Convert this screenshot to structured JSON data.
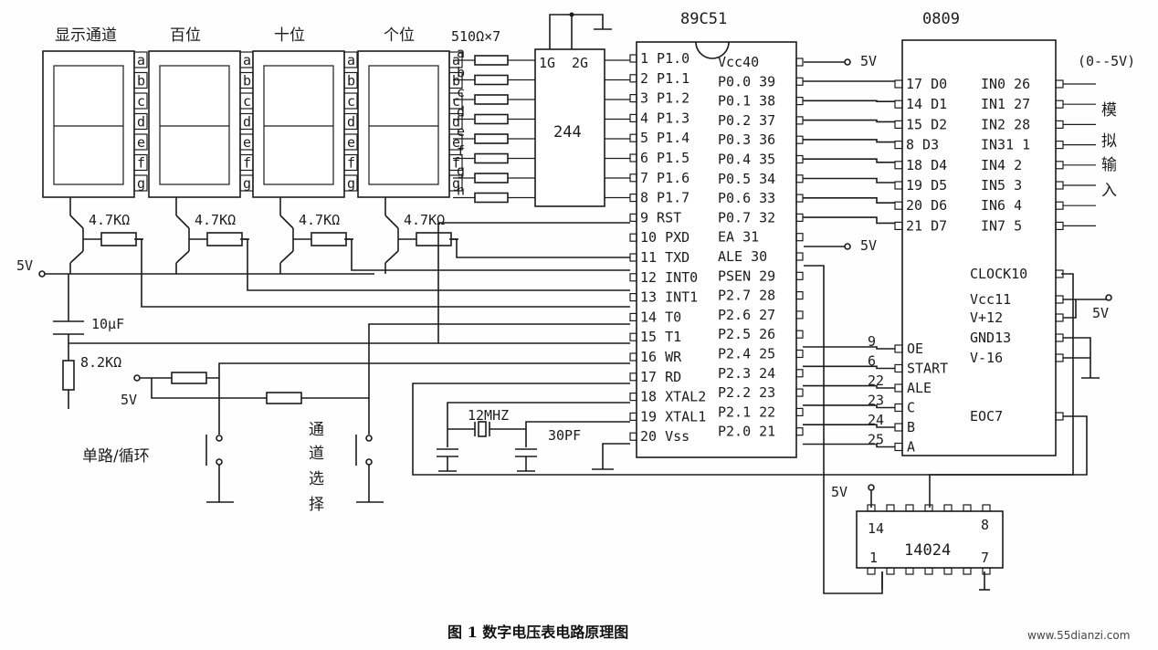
{
  "caption": "图 1  数字电压表电路原理图",
  "watermark": "www.55dianzi.com",
  "display": {
    "digit_titles": [
      "显示通道",
      "百位",
      "十位",
      "个位"
    ],
    "segments": [
      "a",
      "b",
      "c",
      "d",
      "e",
      "f",
      "g"
    ],
    "resistor_label": "4.7KΩ",
    "supply": "5V"
  },
  "resistor_array": {
    "label": "510Ω×7",
    "inputs": [
      "a",
      "b",
      "c",
      "d",
      "e",
      "f",
      "g",
      "h"
    ]
  },
  "buffer_chip": {
    "name": "244",
    "pins": [
      "1G",
      "2G"
    ]
  },
  "mcu": {
    "name": "89C51",
    "left_pins": [
      "1 P1.0",
      "2 P1.1",
      "3 P1.2",
      "4 P1.3",
      "5 P1.4",
      "6 P1.5",
      "7 P1.6",
      "8 P1.7",
      "9 RST",
      "10 PXD",
      "11 TXD",
      "12 INT0",
      "13 INT1",
      "14 T0",
      "15 T1",
      "16 WR",
      "17 RD",
      "18 XTAL2",
      "19 XTAL1",
      "20 Vss"
    ],
    "right_pins": [
      "Vcc40",
      "P0.0  39",
      "P0.1  38",
      "P0.2  37",
      "P0.3  36",
      "P0.4  35",
      "P0.5  34",
      "P0.6  33",
      "P0.7  32",
      "EA  31",
      "ALE  30",
      "PSEN 29",
      "P2.7  28",
      "P2.6  27",
      "P2.5  26",
      "P2.4  25",
      "P2.3  24",
      "P2.2  23",
      "P2.1  22",
      "P2.0  21"
    ],
    "vcc_label": "5V",
    "ea_label": "5V"
  },
  "adc": {
    "name": "0809",
    "data_pins": [
      "17  D0",
      "14  D1",
      "15  D2",
      "8    D3",
      "18  D4",
      "19  D5",
      "20  D6",
      "21  D7"
    ],
    "in_pins": [
      "IN0  26",
      "IN1  27",
      "IN2  28",
      "IN31  1",
      "IN4    2",
      "IN5    3",
      "IN6    4",
      "IN7    5"
    ],
    "ctrl_pins": [
      "OE",
      "START",
      "ALE",
      "C",
      "B",
      "A"
    ],
    "ctrl_nums": [
      "9",
      "6",
      "22",
      "23",
      "24",
      "25"
    ],
    "right_pins": [
      "CLOCK10",
      "Vcc11",
      "V+12",
      "GND13",
      "V-16",
      "EOC7"
    ],
    "range": "(0--5V)",
    "analog_input": [
      "模",
      "拟",
      "输",
      "入"
    ],
    "vcc_label": "5V"
  },
  "counter": {
    "name": "14024",
    "pins": [
      "14",
      "8",
      "1",
      "7"
    ],
    "vcc_label": "5V"
  },
  "reset": {
    "cap": "10μF",
    "res": "8.2KΩ",
    "supply": "5V"
  },
  "crystal": {
    "freq": "12MHZ",
    "cap": "30PF"
  },
  "switches": {
    "mode": "单路/循环",
    "channel": [
      "通",
      "道",
      "选",
      "择"
    ],
    "supply": "5V"
  }
}
